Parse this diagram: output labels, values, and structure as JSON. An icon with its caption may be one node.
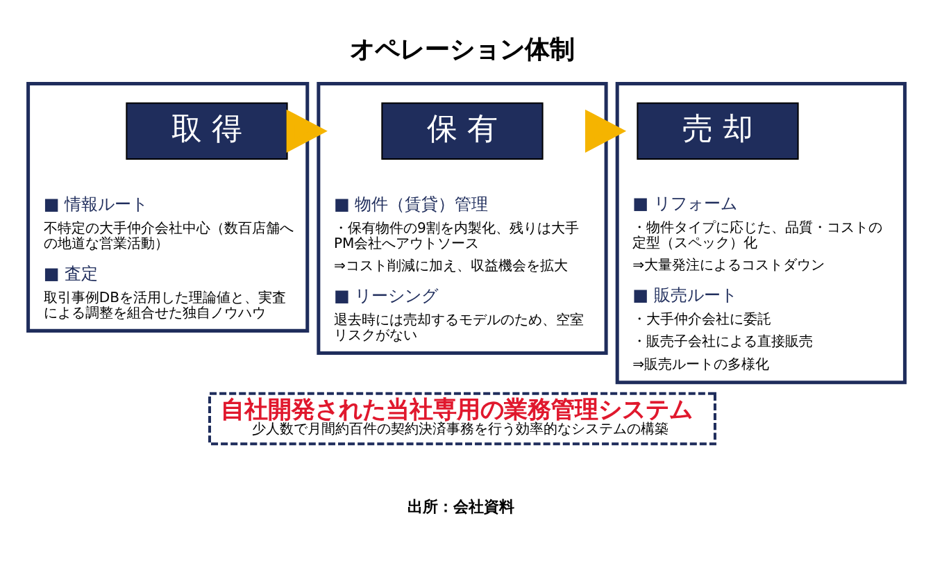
{
  "diagram": {
    "title": "オペレーション体制",
    "caption": "出所：会社資料",
    "nodes": [
      {
        "text": [
          "■ 情報ルート",
          "不特定の大手仲介会社中心（数百店舗への地道な営業活動）",
          "■ 査定",
          "取引事例DBを活用した理論値と、実査による調整を組合せた独自ノウハウ"
        ]
      },
      {
        "text": [
          "取 得"
        ],
        "in": 0
      },
      {
        "text": [
          "■ 物件（賃貸）管理",
          "・保有物件の9割を内製化、残りは大手PM会社へアウトソース",
          "⇒コスト削減に加え、収益機会を拡大",
          "■ リーシング",
          "退去時には売却するモデルのため、空室リスクがない"
        ]
      },
      {
        "text": [
          "保 有"
        ],
        "in": 2
      },
      {
        "text": [
          "■ リフォーム",
          "・物件タイプに応じた、品質・コストの定型（スペック）化",
          "⇒大量発注によるコストダウン",
          "■ 販売ルート",
          "・大手仲介会社に委託",
          "・販売子会社による直接販売",
          "⇒販売ルートの多様化"
        ]
      },
      {
        "text": [
          "売 却"
        ],
        "in": 4
      },
      {
        "text": [
          "自社開発された当社専用の業務管理システム",
          "少人数で月間約百件の契約決済事務を行う効率的なシステムの構築"
        ]
      }
    ],
    "edges": [
      {
        "from": 0,
        "to": 2,
        "arrow": "to",
        "style": "thick"
      },
      {
        "from": 2,
        "to": 4,
        "arrow": "to",
        "style": "thick"
      }
    ]
  }
}
